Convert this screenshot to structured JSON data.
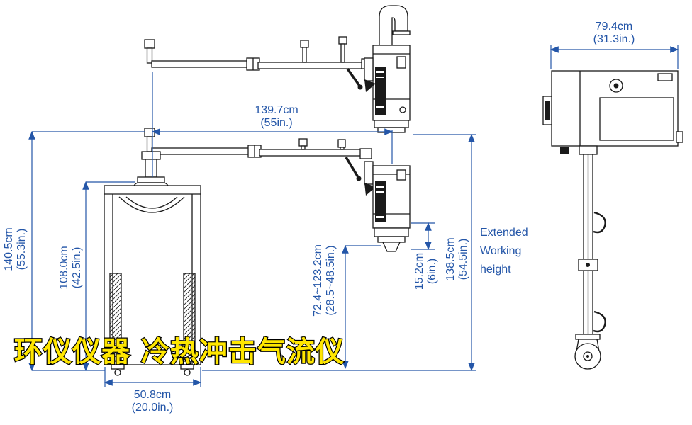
{
  "colors": {
    "dimension_blue": "#2456A8",
    "line_black": "#1a1a1a",
    "watermark_yellow": "#FFE600",
    "watermark_outline": "#000000",
    "background": "#ffffff"
  },
  "watermark": {
    "text": "环仪仪器 冷热冲击气流仪"
  },
  "dimensions": {
    "arm_span": {
      "cm": "139.7cm",
      "inch": "(55in.)"
    },
    "total_height": {
      "cm": "140.5cm",
      "inch": "(55.3in.)"
    },
    "cabinet_height": {
      "cm": "108.0cm",
      "inch": "(42.5in.)"
    },
    "base_width": {
      "cm": "50.8cm",
      "inch": "(20.0in.)"
    },
    "nozzle_length": {
      "cm": "15.2cm",
      "inch": "(6in.)"
    },
    "extended_height": {
      "cm": "138.5cm",
      "inch": "(54.5in.)"
    },
    "height_range": {
      "cm": "72.4~123.2cm",
      "inch": "(28.5~48.5in.)"
    },
    "side_width": {
      "cm": "79.4cm",
      "inch": "(31.3in.)"
    }
  },
  "annotations": {
    "extended_label": {
      "line1": "Extended",
      "line2": "Working",
      "line3": "height"
    }
  }
}
